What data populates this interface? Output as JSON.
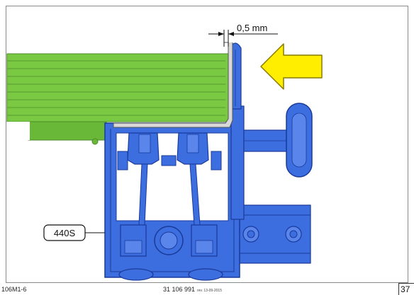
{
  "diagram": {
    "dimension_label": "0,5 mm",
    "callout_label": "440S"
  },
  "footer": {
    "figure_code": "106M1-6",
    "document_number": "31 106 991",
    "revision": "rev. 13-09-2015",
    "page_number": "37"
  },
  "colors": {
    "green_plate": "#7ac943",
    "green_dark": "#4a8a2a",
    "blue_clamp": "#3d6ee0",
    "blue_outline": "#1a3a9a",
    "arrow_yellow": "#ffee00",
    "arrow_outline": "#8a7a00"
  }
}
